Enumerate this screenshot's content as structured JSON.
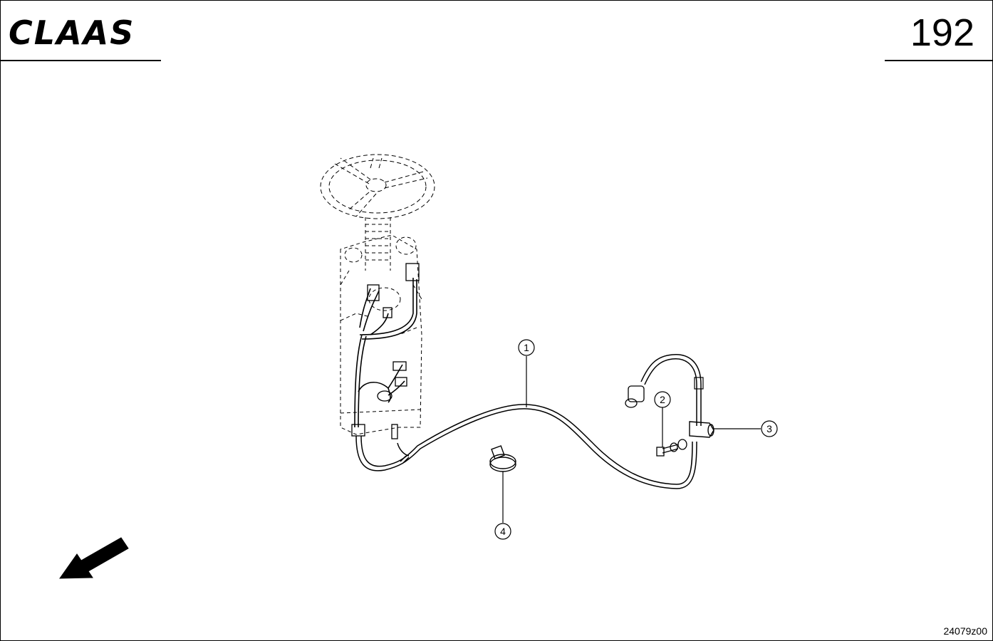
{
  "header": {
    "brand": "CLAAS",
    "page_number": "192"
  },
  "diagram": {
    "callouts": [
      "1",
      "2",
      "3",
      "4"
    ],
    "drawing_code": "24079z00",
    "icons": [
      "direction-arrow-icon"
    ]
  }
}
